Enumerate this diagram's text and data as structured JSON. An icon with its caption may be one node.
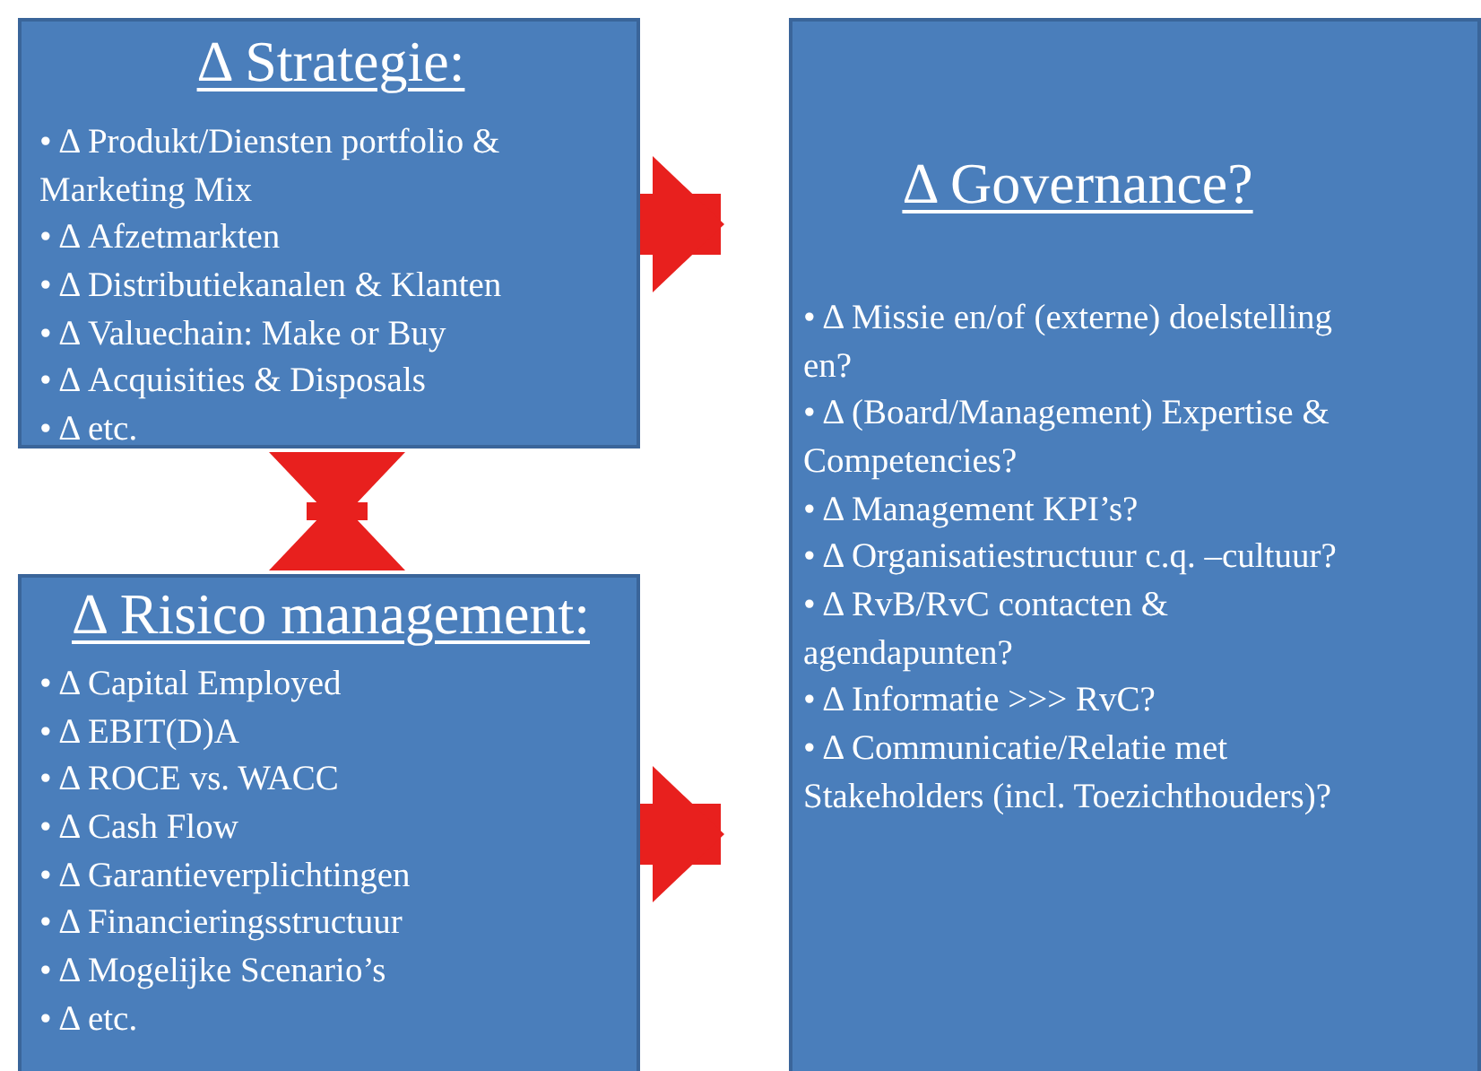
{
  "diagram": {
    "nodes": [
      {
        "text": [
          "Δ Strategie:",
          "• Δ Produkt/Diensten portfolio & Marketing Mix",
          "• Δ Afzetmarkten",
          "• Δ Distributiekanalen & Klanten",
          "• Δ Valuechain: Make or Buy",
          "• Δ Acquisities & Disposals",
          "• Δ etc."
        ]
      },
      {
        "text": [
          "Δ Governance?",
          "• Δ Missie en/of (externe) doelstelling en?",
          "• Δ (Board/Management) Expertise & Competencies?",
          "• Δ Management KPI’s?",
          "• Δ Organisatiestructuur c.q. –cultuur?",
          "• Δ RvB/RvC contacten & agendapunten?",
          "• Δ Informatie >>> RvC?",
          "• Δ Communicatie/Relatie met Stakeholders (incl. Toezichthouders)?"
        ]
      },
      {
        "text": [
          "Δ Risico management:",
          "• Δ Capital Employed",
          "• Δ EBIT(D)A",
          "• Δ ROCE vs. WACC",
          "• Δ Cash Flow",
          "• Δ Garantieverplichtingen",
          "• Δ Financieringsstructuur",
          "• Δ Mogelijke Scenario’s",
          "• Δ etc."
        ]
      }
    ],
    "edges": [
      {
        "from": 0,
        "to": 1,
        "arrow": "to"
      },
      {
        "from": 0,
        "to": 2,
        "arrow": "both"
      },
      {
        "from": 2,
        "to": 1,
        "arrow": "to"
      }
    ]
  }
}
